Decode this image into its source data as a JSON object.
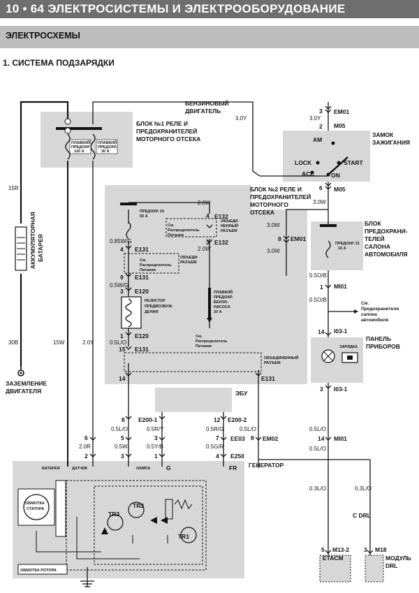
{
  "header": {
    "title": "10 • 64  ЭЛЕКТРОСИСТЕМЫ И ЭЛЕКТРООБОРУДОВАНИЕ"
  },
  "section": {
    "title": "ЭЛЕКТРОСХЕМЫ"
  },
  "subsection": {
    "title": "1. СИСТЕМА ПОДЗАРЯДКИ"
  },
  "labels": {
    "engine_l1": "БЕНЗИНОВЫЙ",
    "engine_l2": "ДВИГАТЕЛЬ",
    "block1_l1": "БЛОК №1 РЕЛЕ И",
    "block1_l2": "ПРЕДОХРАНИТЕЛЕЙ",
    "block1_l3": "МОТОРНОГО ОТСЕКА",
    "fuse120_l1": "ПЛАВКИЙ",
    "fuse120_l2": "ПРЕДОХР.",
    "fuse120_l3": "120 А",
    "fuse30_l1": "ПЛАВКИЙ",
    "fuse30_l2": "ПРЕДОХР.",
    "fuse30_l3": "30 А",
    "ignition_l1": "ЗАМОК",
    "ignition_l2": "ЗАЖИГАНИЯ",
    "am": "AM",
    "lock": "LOCK",
    "start": "START",
    "acc": "ACC",
    "on": "ON",
    "block2_l1": "БЛОК №2  РЕЛЕ И",
    "block2_l2": "ПРЕДОХРАНИТЕЛЕЙ",
    "block2_l3": "МОТОРНОГО",
    "block2_l4": "ОТСЕКА",
    "fuse24_l1": "ПРЕДОХР. 24",
    "fuse24_l2": "50 А",
    "seedist_l1": "См.",
    "seedist_l2": "Распределитель",
    "seedist_l3": "Питания",
    "joined_l1": "ОБЪЕДИ-",
    "joined_l2": "НЕННЫЙ",
    "joined_l3": "РАЗЪЕМ",
    "joined2_l1": "ОБЪЕДИНЕННЫЙ",
    "joined2_l2": "РАЗЪЕМ",
    "cabin_l1": "БЛОК",
    "cabin_l2": "ПРЕДОХРАНИ-",
    "cabin_l3": "ТЕЛЕЙ",
    "cabin_l4": "САЛОНА",
    "cabin_l5": "АВТОМОБИЛЯ",
    "fuse21_l1": "ПРЕДОХР. 21",
    "fuse21_l2": "10 А",
    "battery_l1": "АККУМУЛЯТОРНАЯ",
    "battery_l2": "БАТАРЕЯ",
    "resistor_l1": "РЕЗИСТОР",
    "resistor_l2": "ПРЕДВОЗБУЖ-",
    "resistor_l3": "ДЕНИЯ",
    "fuelpump_l1": "ПЛАВКИЙ",
    "fuelpump_l2": "ПРЕДОХР.",
    "fuelpump_l3": "БЕНЗО-",
    "fuelpump_l4": "НАСОСА",
    "fuelpump_l5": "20 А",
    "seecabin_l1": "См.",
    "seecabin_l2": "Предохранители",
    "seecabin_l3": "салона",
    "seecabin_l4": "автомобиля",
    "cluster_l1": "ПАНЕЛЬ",
    "cluster_l2": "ПРИБОРОВ",
    "charge": "ЗАРЯДКА",
    "ground_l1": "ЗАЗЕМЛЕНИЕ",
    "ground_l2": "ДВИГАТЕЛЯ",
    "ecu": "ЭБУ",
    "generator": "ГЕНЕРАТОР",
    "gen_battery": "БАТАРЕЯ",
    "gen_sensor": "ДАТЧИК",
    "gen_lamp": "ЛАМПА",
    "gen_g": "G",
    "gen_fr": "FR",
    "stator_l1": "ОБМОТКА",
    "stator_l2": "СТАТОРА",
    "rotor": "ОБМОТКА РОТОРА",
    "tr1": "TR1",
    "tr2": "TR2",
    "tr3": "TR3",
    "c_drl": "С DRL",
    "etacm": "ETACM",
    "drl_l1": "МОДУЛЬ",
    "drl_l2": "DRL"
  },
  "connectors": {
    "em01_top": "EM01",
    "m05_top": "M05",
    "m05_mid": "M05",
    "em01_mid": "EM01",
    "e132_a": "E132",
    "e132_b": "E132",
    "e131_a": "E131",
    "e131_b": "E131",
    "e120_a": "E120",
    "e120_b": "E120",
    "e131_c": "E131",
    "e131_d": "E131",
    "mi01_a": "MI01",
    "i03_a": "I03-1",
    "i03_b": "I03-1",
    "e200_1": "E200-1",
    "e200_2": "E200-2",
    "ee03": "EE03",
    "em02": "EM02",
    "e250": "E250",
    "mi01_b": "MI01",
    "m13": "M13-2",
    "m18": "M18"
  },
  "pins": {
    "p3a": "3",
    "p2a": "2",
    "p6": "6",
    "p4a": "4",
    "p3b": "3",
    "p4b": "4",
    "p9": "9",
    "p3c": "3",
    "p1a": "1",
    "p15": "15",
    "p14a": "14",
    "p8a": "8",
    "p1b": "1",
    "p14b": "14",
    "p3d": "3",
    "p8b": "8",
    "p12": "12",
    "p6g": "6",
    "p5g": "5",
    "p3g": "3",
    "p7": "7",
    "p8c": "8",
    "p2g": "2",
    "p3h": "3",
    "p1g": "1",
    "p4g": "4",
    "p14c": "14",
    "p5h": "5",
    "p3i": "3"
  },
  "wires": {
    "w30y": "3.0Y",
    "w30y_b": "3.0Y",
    "w15r": "15R",
    "w30w_a": "3.0W",
    "w30w_b": "3.0W",
    "w30w_c": "3.0W",
    "w20w_a": "2.0W",
    "w20w_b": "2.0W",
    "w085": "0.85W/G",
    "w05wg": "0.5W/G",
    "w05lo_a": "0.5L/O",
    "w05ob_a": "0.5O/B",
    "w05ob_b": "0.5O/B",
    "w30b": "30B",
    "w15w": "15W",
    "w20y": "2.0Y",
    "w05lo_b": "0.5L/O",
    "w05ry": "0.5R/Y",
    "w05rg": "0.5R/G",
    "w05lo_c": "0.5L/O",
    "w20r": "2.0R",
    "w05w": "0.5W",
    "w05yb": "0.5Y/B",
    "w05gr": "0.5G/R",
    "w05lo_d": "0.5L/O",
    "w05lo_e": "0.5L/O",
    "w03lo_a": "0.3L/O",
    "w03lo_b": "0.3L/O"
  }
}
